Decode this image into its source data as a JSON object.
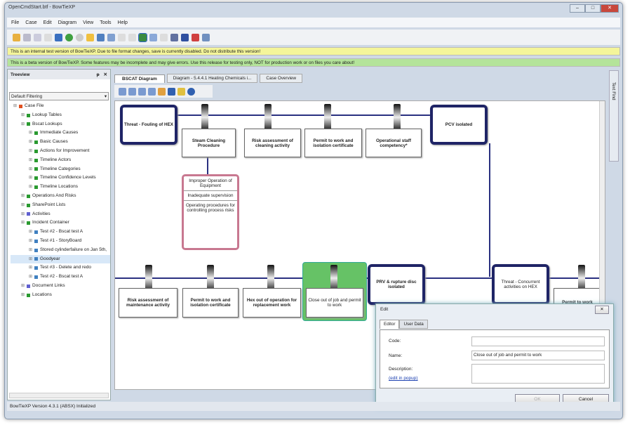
{
  "window": {
    "title": "OpenCmdStart.btf - BowTieXP",
    "min": "–",
    "max": "□",
    "close": "✕"
  },
  "menu": [
    "File",
    "Case",
    "Edit",
    "Diagram",
    "View",
    "Tools",
    "Help"
  ],
  "banners": {
    "internal": "This is an internal test version of BowTieXP. Due to file format changes, save is currently disabled. Do not distribute this version!",
    "beta": "This is a beta version of BowTieXP. Some features may be incomplete and may give errors. Use this release for testing only, NOT for production work or on files you care about!"
  },
  "treeview": {
    "title": "Treeview",
    "pin": "ᵽ",
    "close": "✕",
    "filter": "Default Filtering",
    "items": [
      {
        "label": "Case File",
        "level": 0,
        "color": "#e05020"
      },
      {
        "label": "Lookup Tables",
        "level": 1,
        "color": "#2a9a30"
      },
      {
        "label": "Bscat Lookups",
        "level": 1,
        "color": "#2a9a30"
      },
      {
        "label": "Immediate Causes",
        "level": 2,
        "color": "#2a9a30"
      },
      {
        "label": "Basic Causes",
        "level": 2,
        "color": "#2a9a30"
      },
      {
        "label": "Actions for Improvement",
        "level": 2,
        "color": "#2a9a30"
      },
      {
        "label": "Timeline Actors",
        "level": 2,
        "color": "#2a9a30"
      },
      {
        "label": "Timeline Categories",
        "level": 2,
        "color": "#2a9a30"
      },
      {
        "label": "Timeline Confidence Levels",
        "level": 2,
        "color": "#2a9a30"
      },
      {
        "label": "Timeline Locations",
        "level": 2,
        "color": "#2a9a30"
      },
      {
        "label": "Operations And Risks",
        "level": 1,
        "color": "#2a9a30"
      },
      {
        "label": "SharePoint Lists",
        "level": 1,
        "color": "#2a9a30"
      },
      {
        "label": "Activities",
        "level": 1,
        "color": "#6060d0"
      },
      {
        "label": "Incident Container",
        "level": 1,
        "color": "#2a9a30"
      },
      {
        "label": "Test #2 - Bscat test A",
        "level": 2,
        "color": "#4080c0"
      },
      {
        "label": "Test #1 - StoryBoard",
        "level": 2,
        "color": "#4080c0"
      },
      {
        "label": "Stored cylinderfailure on Jan 5th,",
        "level": 2,
        "color": "#4080c0"
      },
      {
        "label": "Goodyear",
        "level": 2,
        "color": "#4080c0"
      },
      {
        "label": "Test #3 - Delete and redo",
        "level": 2,
        "color": "#4080c0"
      },
      {
        "label": "Test #2 - Bscat test A",
        "level": 2,
        "color": "#4080c0"
      },
      {
        "label": "Document Links",
        "level": 1,
        "color": "#6060d0"
      },
      {
        "label": "Locations",
        "level": 1,
        "color": "#2a9a30"
      }
    ]
  },
  "tabs": [
    "BSCAT Diagram",
    "Diagram - 5.4.4.1 Heating Chemicals i...",
    "Case Overview"
  ],
  "right_panel": {
    "label": "Text Find"
  },
  "diagram": {
    "top_threat": "Threat - Fouling of HEX",
    "top_barriers": [
      "Steam Cleaning Procedure",
      "Risk assessment of cleaning activity",
      "Permit to work and isolation certificate",
      "Operational staff competency*"
    ],
    "top_event": "PCV isolated",
    "causes": [
      "Improper Operation of Equipment",
      "Inadequate supervision",
      "Operating procedures for controlling process risks"
    ],
    "bottom_barriers": [
      "Risk assessment of maintenance activity",
      "Permit to work and isolation certificate",
      "Hex out of operation for replacement work",
      "Close out of job and permit to work"
    ],
    "bottom_event": "PRV & rupture disc isolated",
    "bottom_threat": "Threat - Concurrent activities on HEX",
    "bottom_right_barrier": "Permit to work"
  },
  "edit_dialog": {
    "title": "Edit",
    "tabs": [
      "Editor",
      "User Data"
    ],
    "code_label": "Code:",
    "code_value": "",
    "name_label": "Name:",
    "name_value": "Close out of job and permit to work",
    "description_label": "Description:",
    "description_value": "",
    "edit_link": "(edit in popup)",
    "ok": "OK",
    "cancel": "Cancel"
  },
  "status": "BowTieXP Version 4.3.1 (ABSX) Initialized"
}
